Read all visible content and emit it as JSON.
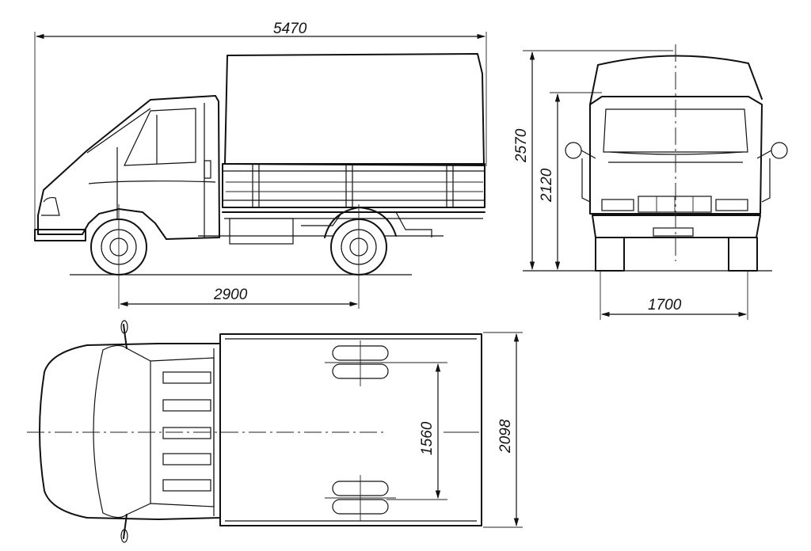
{
  "dimensions": {
    "overall_length": "5470",
    "wheelbase": "2900",
    "overall_height": "2570",
    "cab_height": "2120",
    "track_width": "1700",
    "body_inner_width": "1560",
    "overall_width": "2098"
  },
  "colors": {
    "ink": "#111111",
    "paper": "#ffffff"
  }
}
